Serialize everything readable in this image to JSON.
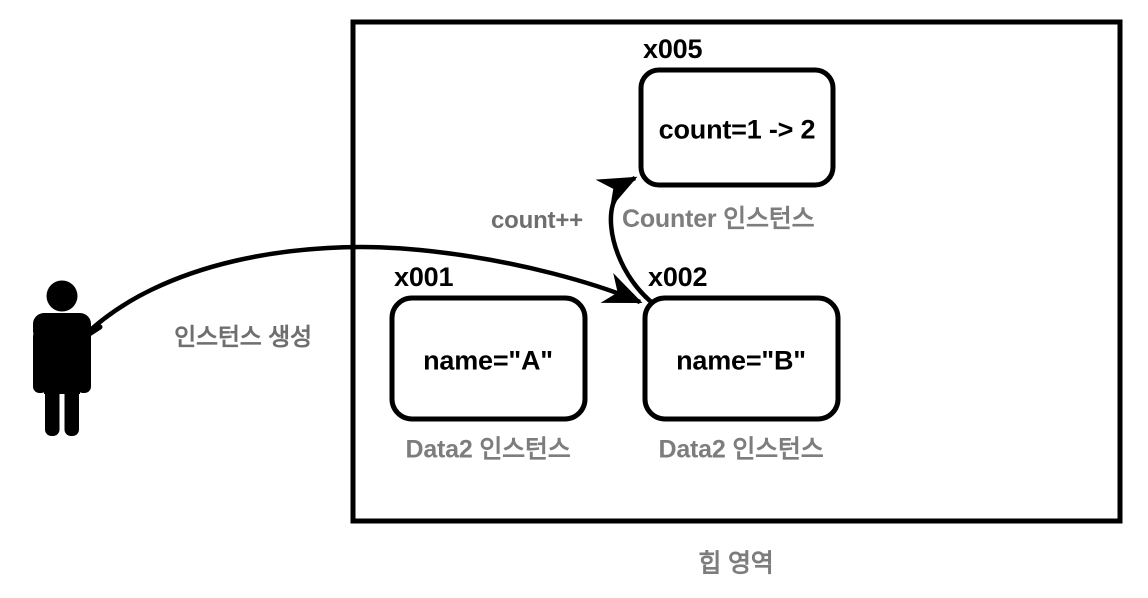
{
  "diagram": {
    "title_caption": "힙 영역",
    "heap_region": {
      "name": "heap-boundary"
    },
    "actor": {
      "label": "인스턴스 생성"
    },
    "objects": [
      {
        "address": "x005",
        "value": "count=1 -> 2",
        "caption": "Counter 인스턴스"
      },
      {
        "address": "x001",
        "value": "name=\"A\"",
        "caption": "Data2 인스턴스"
      },
      {
        "address": "x002",
        "value": "name=\"B\"",
        "caption": "Data2 인스턴스"
      }
    ],
    "edges": [
      {
        "label": "인스턴스 생성",
        "from": "actor",
        "to": "x002"
      },
      {
        "label": "count++",
        "from": "x002",
        "to": "x005"
      }
    ],
    "colors": {
      "stroke": "#000000",
      "caption_gray": "#7d7d7d",
      "edge_label_gray": "#6e6e6e",
      "background": "#ffffff"
    }
  }
}
